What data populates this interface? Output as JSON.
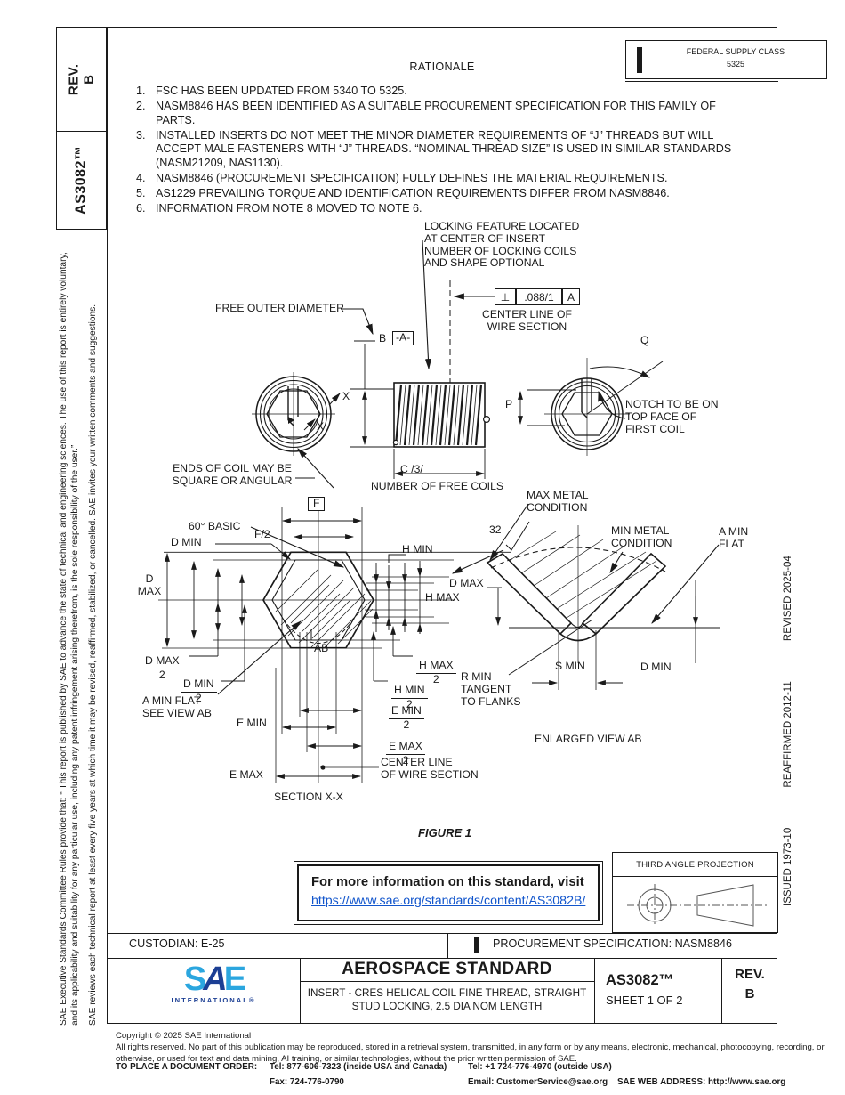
{
  "colors": {
    "link": "#1155cc",
    "sae_light": "#2BA6DF",
    "sae_dark": "#1C3F94",
    "ink": "#1a1a1a"
  },
  "left_margin": {
    "rev_label": "REV.\nB",
    "doc_number": "AS3082™",
    "legal1": "SAE Executive Standards Committee Rules provide that: “ This report is published by SAE to advance the state of technical and engineering sciences. The use of this report is entirely voluntary, and its applicability and suitability for any particular use, including any patent infringement arising therefrom, is the sole responsibility of the user.”",
    "legal2": "SAE reviews each technical report at least every five years at which time it may be revised, reaffirmed, stabilized, or cancelled. SAE invites your written comments and suggestions."
  },
  "right_margin": {
    "issued": "ISSUED 1973-10",
    "reaffirmed": "REAFFIRMED 2012-11",
    "revised": "REVISED 2025-04"
  },
  "header": {
    "fsc_title": "FEDERAL SUPPLY CLASS",
    "fsc_value": "5325",
    "rationale_title": "RATIONALE"
  },
  "rationale": {
    "items": [
      {
        "num": "1.",
        "text": "FSC HAS BEEN UPDATED FROM 5340 TO 5325."
      },
      {
        "num": "2.",
        "text": "NASM8846 HAS BEEN IDENTIFIED AS A SUITABLE PROCUREMENT SPECIFICATION FOR THIS FAMILY OF PARTS."
      },
      {
        "num": "3.",
        "text": "INSTALLED INSERTS DO NOT MEET THE MINOR DIAMETER REQUIREMENTS OF “J” THREADS BUT WILL ACCEPT MALE FASTENERS WITH “J” THREADS. “NOMINAL THREAD SIZE” IS USED IN SIMILAR STANDARDS (NASM21209, NAS1130)."
      },
      {
        "num": "4.",
        "text": "NASM8846 (PROCUREMENT SPECIFICATION) FULLY DEFINES THE MATERIAL REQUIREMENTS."
      },
      {
        "num": "5.",
        "text": "AS1229 PREVAILING TORQUE AND IDENTIFICATION REQUIREMENTS DIFFER FROM NASM8846."
      },
      {
        "num": "6.",
        "text": "INFORMATION FROM NOTE 8 MOVED TO NOTE 6."
      }
    ]
  },
  "figure": {
    "caption": "FIGURE 1",
    "labels": {
      "locking_note": "LOCKING FEATURE LOCATED\nAT CENTER OF INSERT\nNUMBER OF LOCKING COILS\nAND SHAPE OPTIONAL",
      "free_outer_diameter": "FREE OUTER DIAMETER",
      "fcf_symbol": "⊥",
      "fcf_tolerance": ".088/1",
      "fcf_datum": "A",
      "centerline_wire_top": "CENTER LINE OF\nWIRE SECTION",
      "datum_b": "B",
      "datum_a": "-A-",
      "x_upper": "X",
      "x_lower": "X",
      "ends_of_coil": "ENDS OF COIL MAY BE\nSQUARE OR ANGULAR",
      "c_dim": "C /3/",
      "number_free_coils": "NUMBER OF FREE COILS",
      "p_dim": "P",
      "q_dim": "Q",
      "notch_note": "NOTCH TO BE ON\nTOP FACE OF\nFIRST COIL",
      "f_dim": "F",
      "f_half": "F/2",
      "basic_60": "60° BASIC",
      "finish_32": "32",
      "d_min": "D MIN",
      "h_min": "H MIN",
      "d_max_stacked": "D\nMAX",
      "h_max": "H MAX",
      "frac_d_max": {
        "num": "D MAX",
        "den": "2"
      },
      "frac_d_min": {
        "num": "D MIN",
        "den": "2"
      },
      "ab": "AB",
      "frac_h_max": {
        "num": "H MAX",
        "den": "2"
      },
      "frac_h_min": {
        "num": "H MIN",
        "den": "2"
      },
      "a_min_flat_see": "A MIN FLAT\nSEE VIEW AB",
      "frac_e_min": {
        "num": "E MIN",
        "den": "2"
      },
      "e_min": "E MIN",
      "frac_e_max": {
        "num": "E MAX",
        "den": "2"
      },
      "centerline_wire_bottom": "CENTER LINE\nOF WIRE SECTION",
      "e_max": "E MAX",
      "section_xx": "SECTION X-X",
      "max_metal": "MAX METAL\nCONDITION",
      "min_metal": "MIN METAL\nCONDITION",
      "a_min_flat": "A MIN\nFLAT",
      "d_max_enlarged": "D MAX",
      "s_min": "S MIN",
      "d_min_enlarged": "D MIN",
      "r_min_tangent": "R MIN\nTANGENT\nTO FLANKS",
      "enlarged_view": "ENLARGED VIEW AB"
    }
  },
  "info_box": {
    "text": "For more information on this standard, visit",
    "link": "https://www.sae.org/standards/content/AS3082B/"
  },
  "projection": {
    "title": "THIRD ANGLE PROJECTION"
  },
  "footer": {
    "custodian": "CUSTODIAN: E-25",
    "procurement": "PROCUREMENT SPECIFICATION: NASM8846"
  },
  "title_block": {
    "title": "AEROSPACE STANDARD",
    "subtitle": "INSERT - CRES HELICAL COIL FINE THREAD, STRAIGHT\nSTUD LOCKING, 2.5 DIA NOM LENGTH",
    "doc_number": "AS3082™",
    "sheet": "SHEET 1 OF 2",
    "rev_label": "REV.",
    "rev_value": "B",
    "logo_s": "S",
    "logo_a": "A",
    "logo_e": "E",
    "logo_sub": "INTERNATIONAL®"
  },
  "copyright": {
    "line1": "Copyright © 2025 SAE International",
    "line2": "All rights reserved. No part of this publication may be reproduced, stored in a retrieval system, transmitted, in any form or by any means, electronic, mechanical, photocopying, recording, or otherwise, or used for text and data mining, AI training, or similar technologies, without the prior written permission of SAE.",
    "order_label": "TO PLACE A DOCUMENT ORDER:",
    "tel1": "Tel: 877-606-7323 (inside USA and Canada)",
    "tel2": "Tel: +1 724-776-4970 (outside USA)",
    "fax": "Fax: 724-776-0790",
    "email": "Email: CustomerService@sae.org",
    "web": "SAE WEB ADDRESS: http://www.sae.org"
  }
}
